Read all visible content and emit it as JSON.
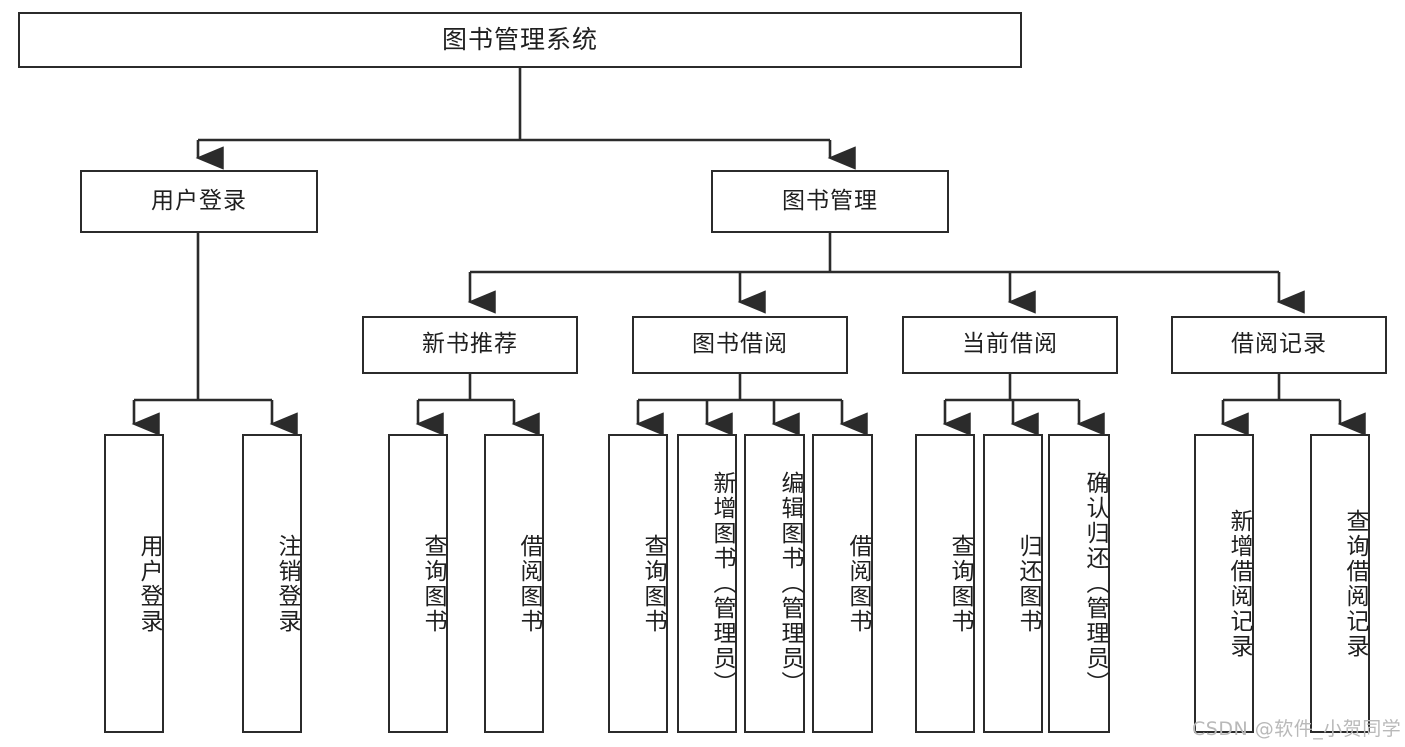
{
  "diagram": {
    "type": "tree",
    "title": "图书管理系统",
    "watermark": "CSDN @软件_小贺同学",
    "colors": {
      "stroke": "#2b2b2b",
      "fill": "#ffffff",
      "text": "#1f1f1f",
      "watermark": "#b9b9b9"
    },
    "nodes": {
      "root": {
        "label": "图书管理系统"
      },
      "level2": [
        {
          "id": "user-login",
          "label": "用户登录"
        },
        {
          "id": "book-manage",
          "label": "图书管理"
        }
      ],
      "level3": [
        {
          "id": "new-book-rec",
          "label": "新书推荐"
        },
        {
          "id": "book-borrow",
          "label": "图书借阅"
        },
        {
          "id": "current-borrow",
          "label": "当前借阅"
        },
        {
          "id": "borrow-record",
          "label": "借阅记录"
        }
      ],
      "leaves": [
        {
          "id": "leaf-user-login",
          "label": "用户登录",
          "parent": "user-login"
        },
        {
          "id": "leaf-logout",
          "label": "注销登录",
          "parent": "user-login"
        },
        {
          "id": "leaf-query-book-1",
          "label": "查询图书",
          "parent": "new-book-rec"
        },
        {
          "id": "leaf-borrow-book-1",
          "label": "借阅图书",
          "parent": "new-book-rec"
        },
        {
          "id": "leaf-query-book-2",
          "label": "查询图书",
          "parent": "book-borrow"
        },
        {
          "id": "leaf-add-book",
          "label": "新增图书（管理员）",
          "parent": "book-borrow"
        },
        {
          "id": "leaf-edit-book",
          "label": "编辑图书（管理员）",
          "parent": "book-borrow"
        },
        {
          "id": "leaf-borrow-book-2",
          "label": "借阅图书",
          "parent": "book-borrow"
        },
        {
          "id": "leaf-query-book-3",
          "label": "查询图书",
          "parent": "current-borrow"
        },
        {
          "id": "leaf-return-book",
          "label": "归还图书",
          "parent": "current-borrow"
        },
        {
          "id": "leaf-confirm-return",
          "label": "确认归还（管理员）",
          "parent": "current-borrow"
        },
        {
          "id": "leaf-add-record",
          "label": "新增借阅记录",
          "parent": "borrow-record"
        },
        {
          "id": "leaf-query-record",
          "label": "查询借阅记录",
          "parent": "borrow-record"
        }
      ]
    }
  }
}
